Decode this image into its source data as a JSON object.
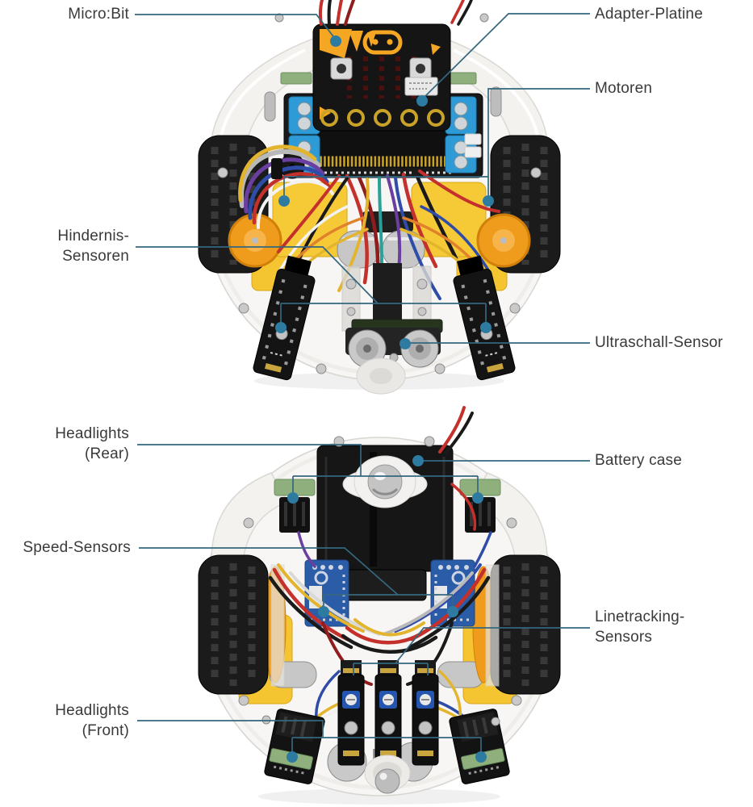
{
  "figure": {
    "description_labels_count": 10,
    "views": [
      "top-view-robot-photo",
      "bottom-view-robot-photo"
    ]
  },
  "labels": {
    "micro_bit": {
      "text": "Micro:Bit"
    },
    "adapter": {
      "text": "Adapter-Platine"
    },
    "motoren": {
      "text": "Motoren"
    },
    "hindernis": {
      "line1": "Hindernis-",
      "line2": "Sensoren"
    },
    "ultraschall": {
      "text": "Ultraschall-Sensor"
    },
    "headlights_rear": {
      "line1": "Headlights",
      "line2": "(Rear)"
    },
    "battery": {
      "text": "Battery case"
    },
    "speed": {
      "text": "Speed-Sensors"
    },
    "linetracking": {
      "line1": "Linetracking-",
      "line2": "Sensors"
    },
    "headlights_front": {
      "line1": "Headlights",
      "line2": "(Front)"
    }
  },
  "colors": {
    "leader_line": "#35677f",
    "leader_dot": "#2e7ba2",
    "label_text": "#3a3a3a",
    "background": "#ffffff",
    "wheel_hub_orange": "#ef9c1c",
    "motor_yellow": "#f4c431",
    "terminal_blue": "#2f9bd6",
    "pcb_black": "#161616",
    "microbit_orange": "#f5a623"
  }
}
